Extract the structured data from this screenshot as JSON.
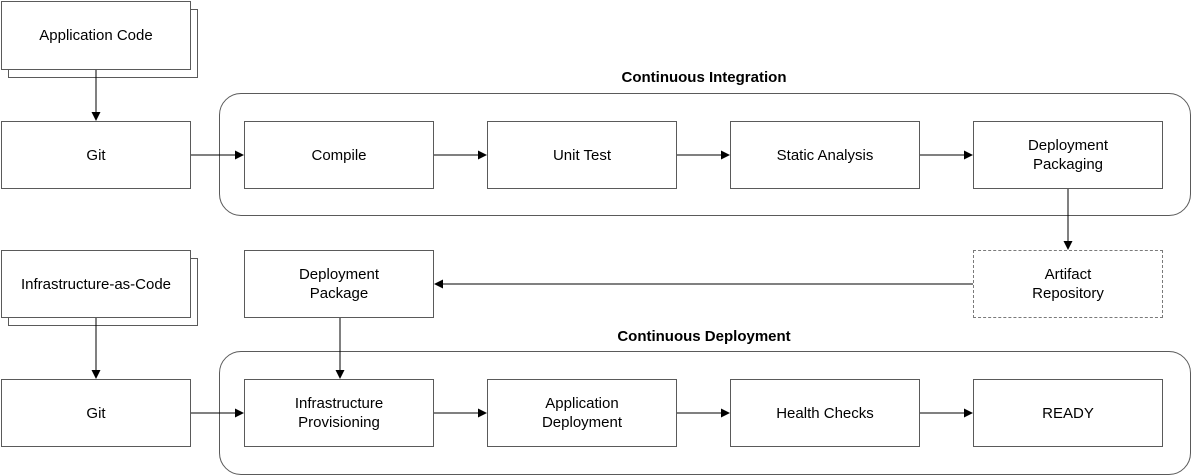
{
  "groups": {
    "ci_title": "Continuous Integration",
    "cd_title": "Continuous Deployment"
  },
  "nodes": {
    "app_code": "Application Code",
    "git_top": "Git",
    "compile": "Compile",
    "unit_test": "Unit Test",
    "static_analysis": "Static Analysis",
    "deployment_packaging": "Deployment\nPackaging",
    "artifact_repository": "Artifact\nRepository",
    "deployment_package": "Deployment\nPackage",
    "iac": "Infrastructure-as-Code",
    "git_bottom": "Git",
    "infra_provisioning": "Infrastructure\nProvisioning",
    "app_deployment": "Application\nDeployment",
    "health_checks": "Health Checks",
    "ready": "READY"
  },
  "colors": {
    "stroke": "#5a5a5a",
    "arrow": "#000000"
  }
}
